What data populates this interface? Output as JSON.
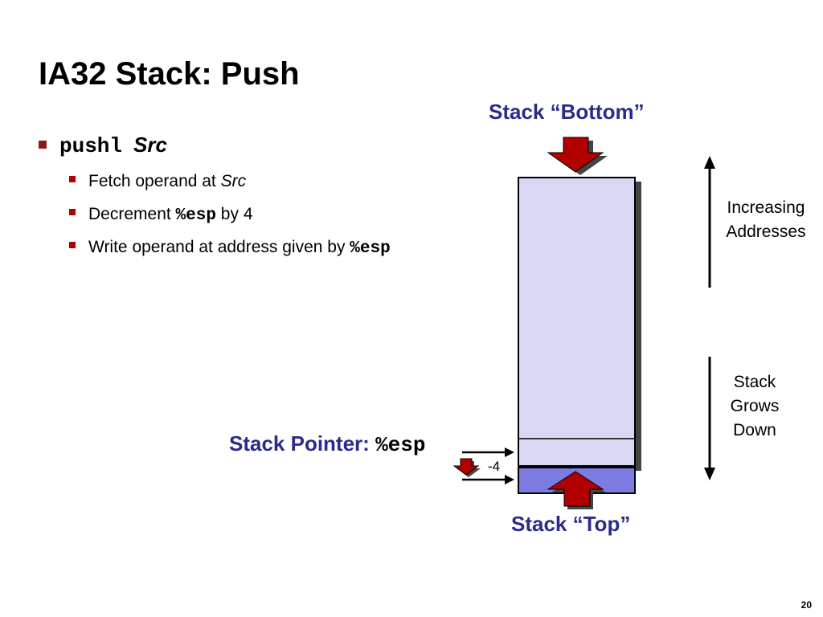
{
  "title": "IA32 Stack: Push",
  "bullet": {
    "instr": "pushl",
    "operand": "Src"
  },
  "sub_bullets": [
    {
      "pre": "Fetch operand at ",
      "em": "Src"
    },
    {
      "pre": "Decrement ",
      "code": "%esp",
      "post": " by 4"
    },
    {
      "pre": "Write operand at address given by ",
      "code": "%esp"
    }
  ],
  "diagram": {
    "stack_bottom": "Stack “Bottom”",
    "stack_top": "Stack “Top”",
    "stack_pointer_label": "Stack Pointer: ",
    "stack_pointer_reg": "%esp",
    "offset": "-4",
    "increasing_1": "Increasing",
    "increasing_2": "Addresses",
    "grows_1": "Stack",
    "grows_2": "Grows",
    "grows_3": "Down",
    "colors": {
      "stack_fill": "#d8d8f5",
      "pushed_fill": "#7b7be0",
      "arrow_red": "#b00000",
      "label_blue": "#2b2b8a"
    }
  },
  "page_number": "20"
}
